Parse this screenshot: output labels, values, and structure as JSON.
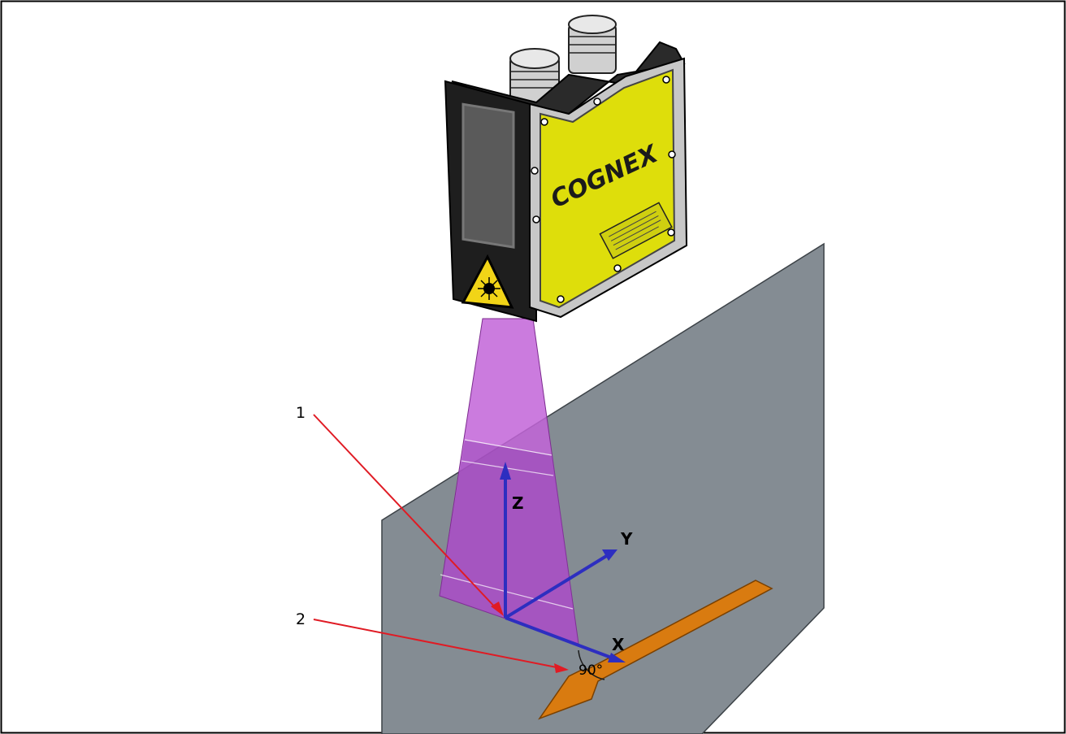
{
  "diagram": {
    "brand_text": "COGNEX",
    "callouts": [
      {
        "id": "1",
        "label": "1"
      },
      {
        "id": "2",
        "label": "2"
      }
    ],
    "axes": {
      "x_label": "X",
      "y_label": "Y",
      "z_label": "Z"
    },
    "angle_label": "90°",
    "icons": [
      "laser-warning-icon",
      "motion-direction-arrow"
    ],
    "colors": {
      "conveyor": "#848c93",
      "laser_fan": "#c264d8",
      "sensor_label": "#dede0b",
      "sensor_body": "#1e1e1e",
      "callout_line": "#e01b24",
      "axis": "#2d2ec0",
      "arrow": "#d97b10"
    }
  }
}
